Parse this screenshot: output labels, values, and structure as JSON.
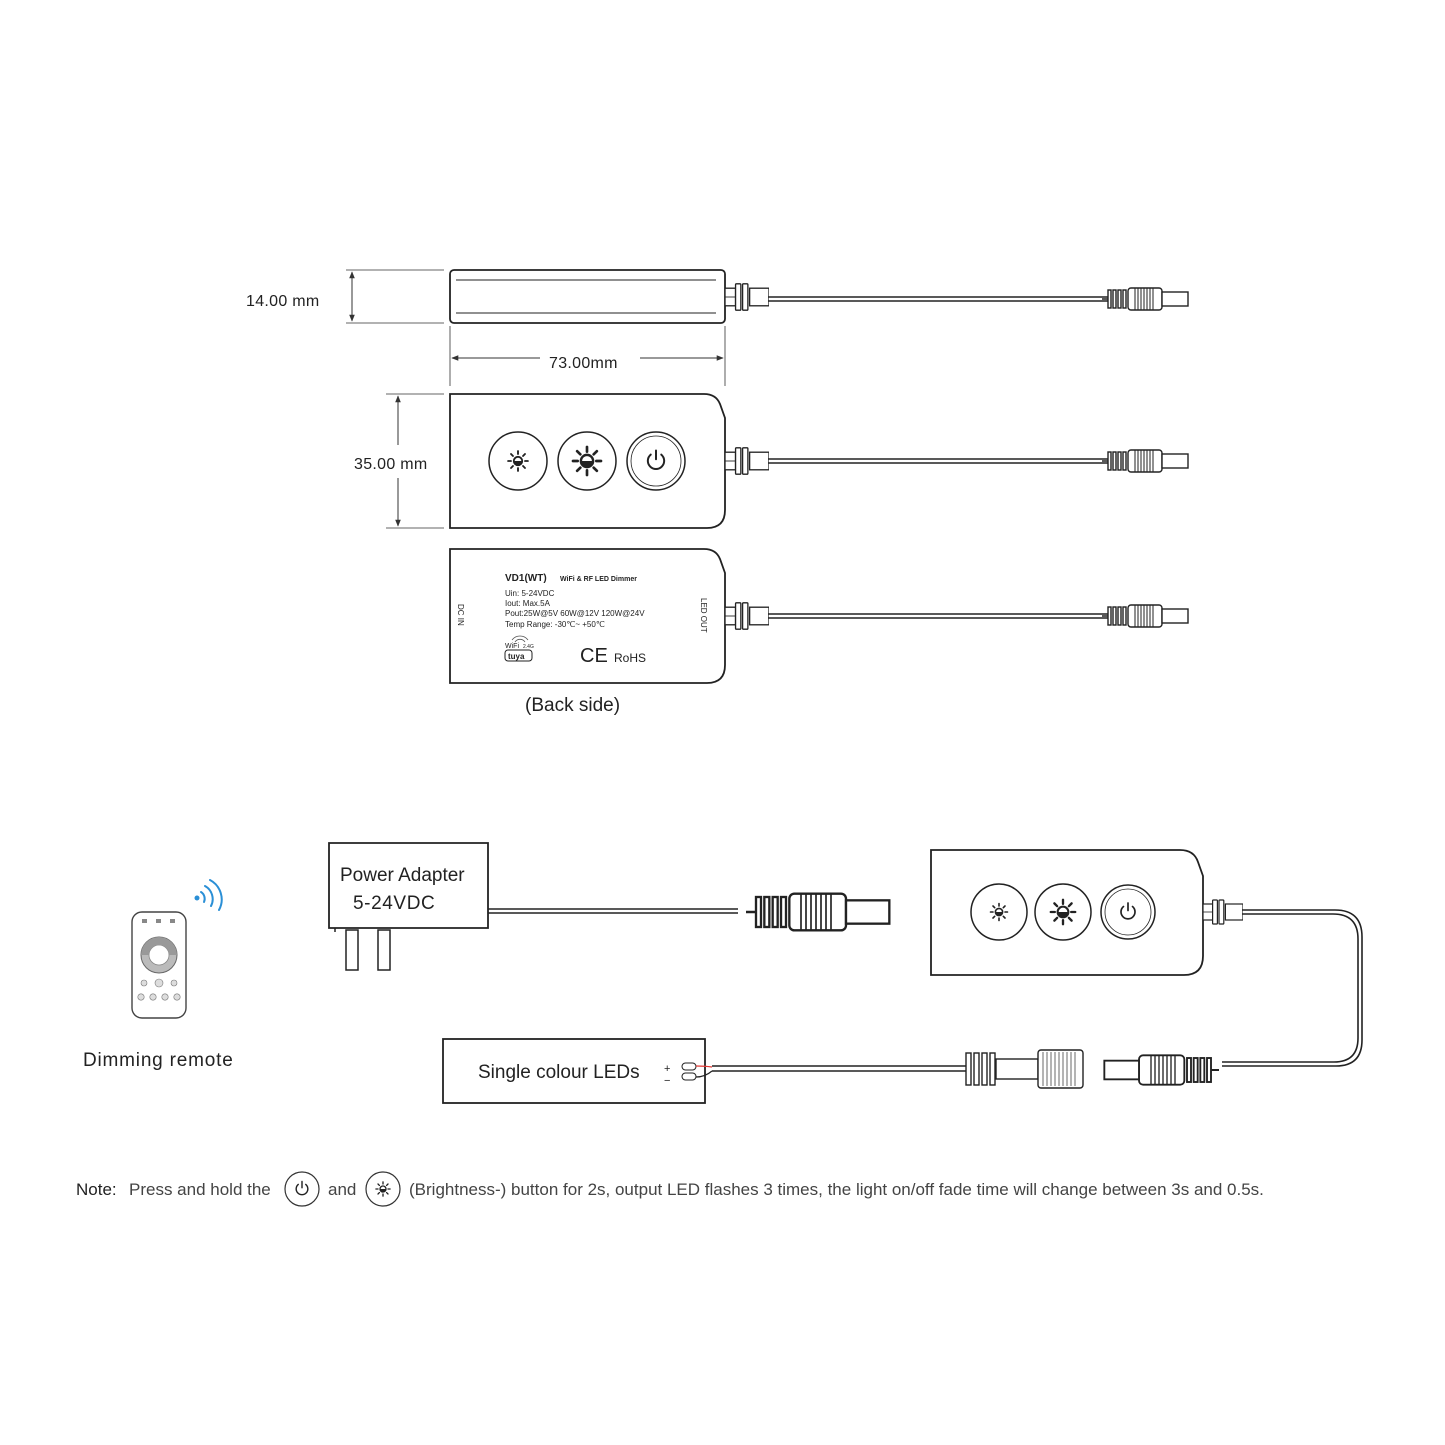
{
  "dimensions": {
    "height": "14.00 mm",
    "length": "73.00mm",
    "width": "35.00 mm"
  },
  "back_label": {
    "model": "VD1(WT)",
    "product": "WiFi & RF LED Dimmer",
    "uin": "Uin:  5-24VDC",
    "iout": "Iout:  Max.5A",
    "pout": "Pout:25W@5V  60W@12V  120W@24V",
    "temp": "Temp Range: -30℃~ +50℃",
    "dc_in": "DC IN",
    "led_out": "LED OUT",
    "wifi": "WiFi",
    "band": "2.4G",
    "tuya": "tuya",
    "ce": "CE",
    "rohs": "RoHS"
  },
  "back_side_caption": "(Back side)",
  "wiring": {
    "adapter_title": "Power Adapter",
    "adapter_voltage": "5-24VDC",
    "remote_caption": "Dimming remote",
    "led_box": "Single colour LEDs",
    "plus": "+",
    "minus": "−"
  },
  "note": {
    "prefix": "Note:",
    "part1": "Press and hold the",
    "part2": "and",
    "part3": "(Brightness-) button for 2s, output LED flashes 3 times, the light on/off fade time will change between 3s and 0.5s."
  },
  "colors": {
    "line": "#222222",
    "wifi_signal": "#2a8fd6"
  },
  "icons": [
    "sun-small-icon",
    "sun-large-icon",
    "power-icon",
    "wifi-signal-icon"
  ]
}
